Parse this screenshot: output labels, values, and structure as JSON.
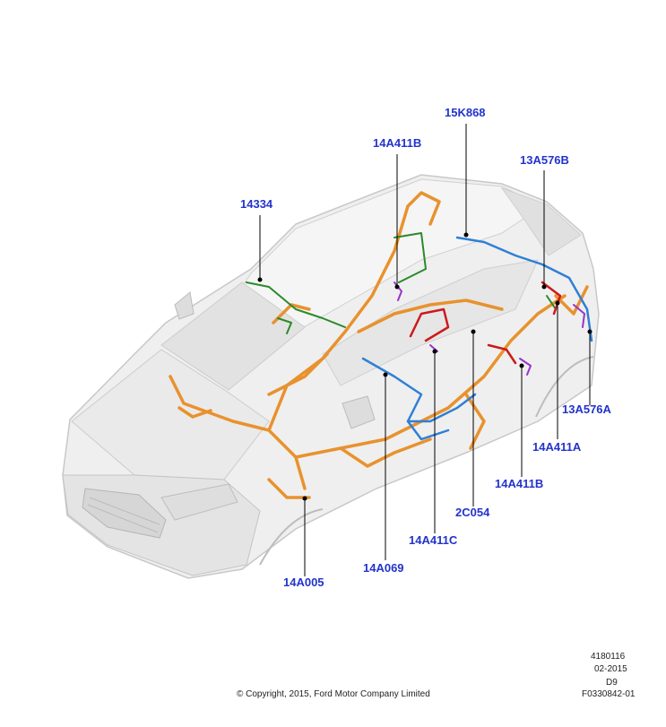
{
  "callouts": {
    "c14334": "14334",
    "c14A411B_top": "14A411B",
    "c15K868": "15K868",
    "c13A576B": "13A576B",
    "c13A576A": "13A576A",
    "c14A411A": "14A411A",
    "c14A411B_bottom": "14A411B",
    "c2C054": "2C054",
    "c14A411C": "14A411C",
    "c14A069": "14A069",
    "c14A005": "14A005"
  },
  "footer": {
    "copyright": "© Copyright, 2015, Ford Motor Company Limited",
    "code_number": "4180116",
    "date": "02-2015",
    "revision": "D9",
    "figure_id": "F0330842-01"
  },
  "colors": {
    "callout_text": "#2233cc",
    "harness_orange": "#e8922e",
    "harness_blue": "#2f7fd6",
    "harness_green": "#2a8a2a",
    "harness_red": "#cc1a1a",
    "harness_purple": "#9933cc",
    "body_grey": "#d8d8d8"
  }
}
